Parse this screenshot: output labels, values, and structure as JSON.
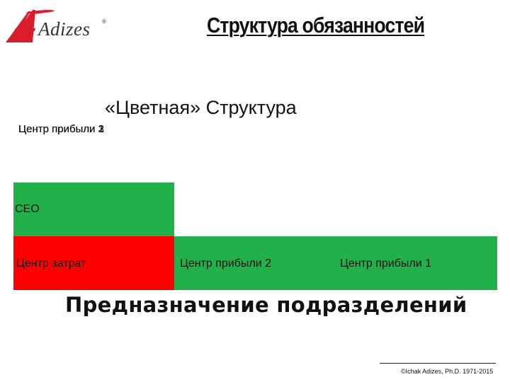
{
  "logo": {
    "wordmark": "Adizes",
    "registered": "®"
  },
  "title": "Структура обязанностей",
  "subtitle": "«Цветная» Структура",
  "stack_labels": [
    "Центр прибыли 3",
    "Центр прибыли 2",
    "Центр прибыли 1"
  ],
  "boxes": {
    "ceo": "CEO",
    "cost_center": "Центр затрат",
    "profit_center_2": "Центр прибыли 2",
    "profit_center_1": "Центр прибыли 1"
  },
  "purpose": "Предназначение подразделений",
  "copyright": "©Ichak Adizes, Ph.D. 1971-2015",
  "colors": {
    "green": "#22b04b",
    "red": "#ff0000",
    "logo_red": "#d81e2c"
  }
}
